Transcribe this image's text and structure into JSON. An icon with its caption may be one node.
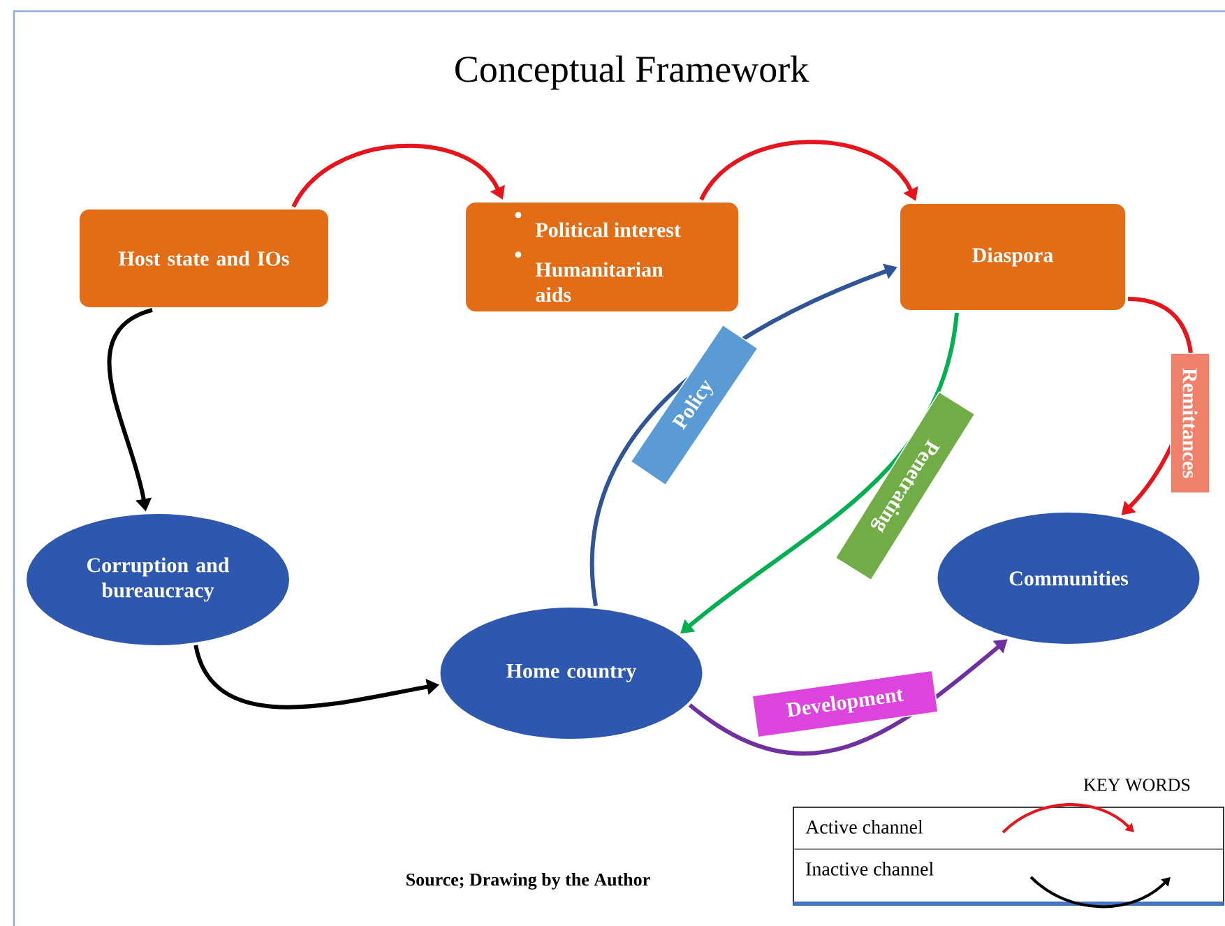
{
  "diagram": {
    "title": "Conceptual Framework",
    "caption": "Source; Drawing by the Author",
    "nodes": [
      {
        "text": [
          "Host state and IOs"
        ]
      },
      {
        "text": [
          "Political interest",
          "Humanitarian aids"
        ]
      },
      {
        "text": [
          "Diaspora"
        ]
      },
      {
        "text": [
          "Corruption and bureaucracy"
        ]
      },
      {
        "text": [
          "Home country"
        ]
      },
      {
        "text": [
          "Communities"
        ]
      }
    ],
    "edges": [
      {
        "from": 0,
        "to": 1,
        "arrow": "to",
        "color": "#e8141b"
      },
      {
        "from": 1,
        "to": 2,
        "arrow": "to",
        "color": "#e8141b"
      },
      {
        "from": 0,
        "to": 3,
        "arrow": "to",
        "color": "#000000"
      },
      {
        "from": 3,
        "to": 4,
        "arrow": "to",
        "color": "#000000"
      },
      {
        "from": 4,
        "to": 2,
        "arrow": "to",
        "label": "Policy",
        "color": "#2f5597"
      },
      {
        "from": 2,
        "to": 4,
        "arrow": "to",
        "label": "Penetrating",
        "color": "#00b050"
      },
      {
        "from": 2,
        "to": 5,
        "arrow": "to",
        "label": "Remittances",
        "color": "#e8141b"
      },
      {
        "from": 4,
        "to": 5,
        "arrow": "to",
        "label": "Development",
        "color": "#7030a0"
      }
    ],
    "labels": [
      "KEY WORDS"
    ],
    "legend": [
      {
        "text": "Active channel"
      },
      {
        "text": "Inactive channel"
      }
    ]
  }
}
